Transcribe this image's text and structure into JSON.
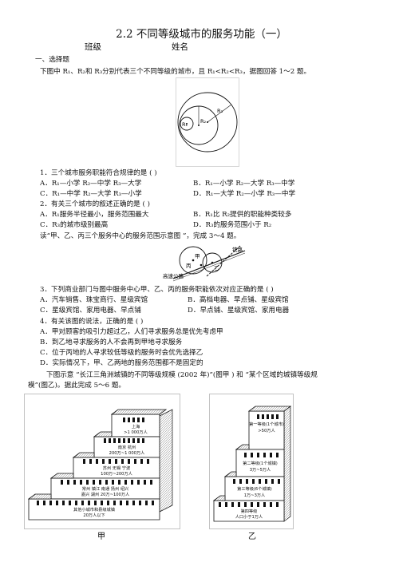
{
  "title": "2.2 不同等级城市的服务功能（一）",
  "class_label": "班级",
  "name_label": "姓名",
  "section1": "一、选择题",
  "intro1": "下图中 R₁、R₂和 R₃分别代表三个不同等级的城市，且    R₁<R₂<R₃，据图回答  1～2 题。",
  "fig1": {
    "r1": "R₁",
    "r2": "R₂",
    "r3": "R₃"
  },
  "q1": {
    "stem": "1．三个城市服务职能符合规律的是   (        )",
    "a": "A．R₁—小学    R₂—中学    R₃—大学",
    "b": "B．R₁—小学    R₂—大学    R₃—中学",
    "c": "C．R₁—中学    R₂—大学    R₃—小学",
    "d": "D．R₁—大学    R₂—小学    R₃—中学"
  },
  "q2": {
    "stem": "2．有关三个城市的叙述正确的是   (        )",
    "a": "A．R₁服务半径最小，服务范围最大",
    "b": "B．R₁比 R₂提供的职能种类较多",
    "c": "C．R₃的城市级别最高",
    "d": "D．R₃的服务范围小于  R₂"
  },
  "intro2": "读“甲、乙、丙三个服务中心的服务范围示意图    ”，完成  3～4 题。",
  "fig2": {
    "jia": "甲",
    "yi": "乙",
    "bing": "丙",
    "rail": "铁路",
    "road": "高速公路"
  },
  "q3": {
    "stem": "3．下列商业部门与图中服务中心甲、乙、丙的服务职能依次对应正确的是          (        )",
    "a": "A．汽车销售、珠宝商行、星级宾馆",
    "b": "B．高档电器、早点铺、星级宾馆",
    "c": "C．星级宾馆、家用电器、早点铺",
    "d": "D．早点铺、星级宾馆、家用电器"
  },
  "q4": {
    "stem": "4．有关该图的说法，正确的是   (        )",
    "a": "A．甲对顾客的吸引力超过乙，人们寻求服务总是优先考虑甲",
    "b": "B．到乙地寻求服务的人不会再到甲地寻求服务",
    "c": "C．位于丙地的人寻求较低等级的服务时会优先选择乙",
    "d": "D．实际情况下，甲、乙两地的服务范围都不是固定的"
  },
  "intro3a": "下图示意 “长江三角洲城镇的不同等级规模          (2002 年)”(图甲 ) 和 “某个区域的城镇等级规",
  "intro3b": "模”(图乙)。据此完成   5～6 题。",
  "fig_jia": {
    "caption": "甲",
    "tiers": [
      {
        "cities": "上海",
        "pop": ">1 000万人"
      },
      {
        "cities": "南京    杭州",
        "pop": "200万~1 000万人"
      },
      {
        "cities": "苏州  无锡  宁波",
        "pop": "100万~200万人"
      },
      {
        "cities": "常州 镇江 南通 扬州 绍兴",
        "pop": "嘉兴 湖州 20万~100万人"
      },
      {
        "cities": "其他小城市和县级城镇",
        "pop": "20万人以下"
      }
    ]
  },
  "fig_yi": {
    "caption": "乙",
    "tiers": [
      {
        "name": "第一等级(1个城市)",
        "pop": ">50万人"
      },
      {
        "name": "第二等级(1个城镇)",
        "pop": "3万~5万人"
      },
      {
        "name": "第三等级(6个城镇)",
        "pop": "1万~3万人"
      },
      {
        "name": "第四等级",
        "pop": "人口小于1万人"
      }
    ]
  }
}
